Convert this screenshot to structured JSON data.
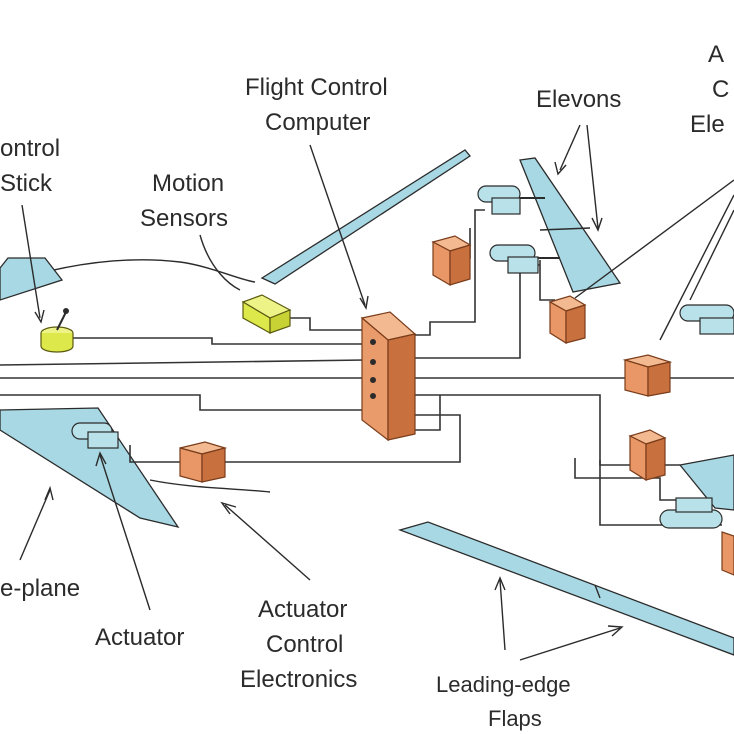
{
  "labels": {
    "flight_control_computer_line1": "Flight Control",
    "flight_control_computer_line2": "Computer",
    "elevons": "Elevons",
    "control_stick_line1": "ontrol",
    "control_stick_line2": "Stick",
    "motion_sensors_line1": "Motion",
    "motion_sensors_line2": "Sensors",
    "actuator_control_electronics_line1": "Actuator",
    "actuator_control_electronics_line2": "Control",
    "actuator_control_electronics_line3": "Electronics",
    "actuator": "Actuator",
    "tailplane": "e-plane",
    "leading_edge_flaps_line1": "Leading-edge",
    "leading_edge_flaps_line2": "Flaps",
    "cut_label_line1": "A",
    "cut_label_line2": "C",
    "cut_label_line3": "Ele"
  },
  "colors": {
    "surface": "#a8d8e4",
    "actuator_electronics": "#e99766",
    "motion_sensor": "#e0ea5a",
    "wire": "#333333"
  }
}
